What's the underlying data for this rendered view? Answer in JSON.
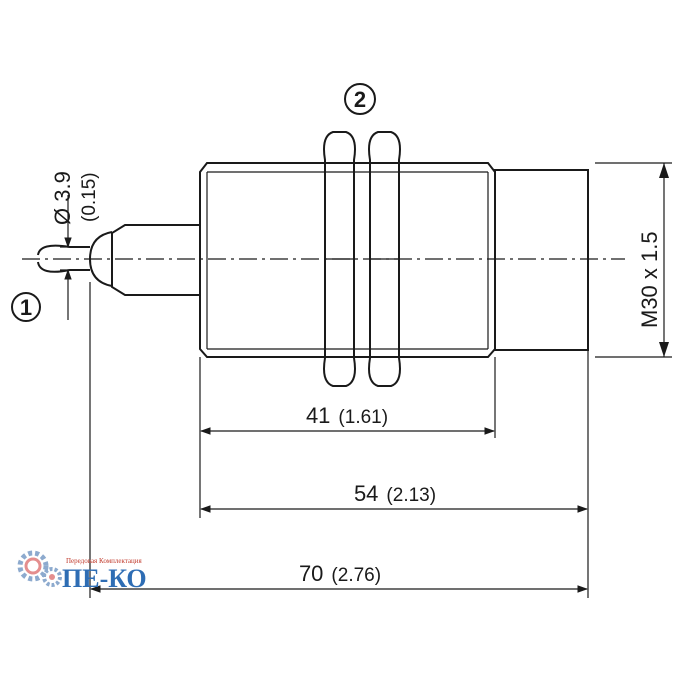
{
  "callouts": {
    "cable": "1",
    "nuts": "2"
  },
  "dimensions": {
    "cable_diameter": {
      "mm": "Ø 3.9",
      "inch": "(0.15)"
    },
    "thread": "M30 x 1.5",
    "thread_length": {
      "mm": "41",
      "inch": "(1.61)"
    },
    "housing_length": {
      "mm": "54",
      "inch": "(2.13)"
    },
    "total_length": {
      "mm": "70",
      "inch": "(2.76)"
    }
  },
  "watermark": {
    "tagline": "Передовая Комплектация",
    "brand": "ПЕ-КО",
    "colors": {
      "gear": "#7a9cc6",
      "text": "#2e6db4",
      "tagline": "#c0392b"
    }
  }
}
